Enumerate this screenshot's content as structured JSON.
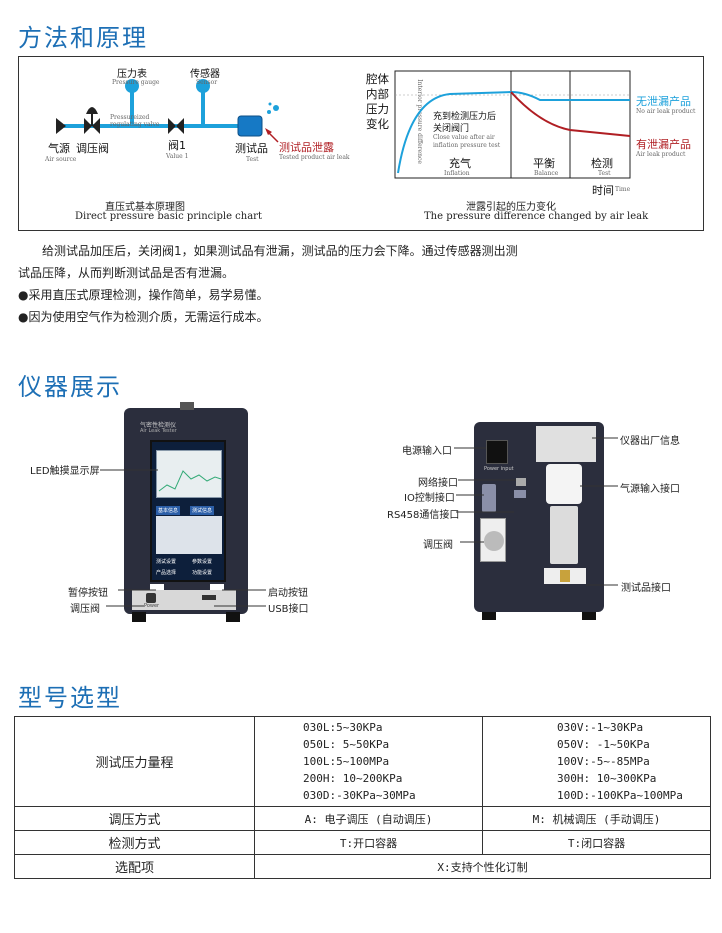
{
  "sections": {
    "method": "方法和原理",
    "display": "仪器展示",
    "model": "型号选型"
  },
  "diagram1": {
    "gauge": "压力表",
    "gauge_en": "Pressure gauge",
    "sensor": "传感器",
    "sensor_en": "Sensor",
    "air": "气源",
    "air_en": "Air source",
    "regulator": "调压阀",
    "regulator_en1": "Pressureized",
    "regulator_en2": "regulating valve",
    "valve": "阀1",
    "valve_en": "Value 1",
    "test": "测试品",
    "test_en": "Test",
    "leak": "测试品泄露",
    "leak_en": "Tested product air leak",
    "caption_cn": "直压式基本原理图",
    "caption_en": "Direct pressure basic principle chart"
  },
  "diagram2": {
    "ylabel": [
      "腔体",
      "内部",
      "压力",
      "变化"
    ],
    "ylabel_en": "Interior pressure difference",
    "annot_cn1": "充到检测压力后",
    "annot_cn2": "关闭阀门",
    "annot_en1": "Close value after air",
    "annot_en2": "inflation pressure test",
    "phase1": "充气",
    "phase1_en": "Inflation",
    "phase2": "平衡",
    "phase2_en": "Balance",
    "phase3": "检测",
    "phase3_en": "Test",
    "time": "时间",
    "time_en": "Time",
    "noleak": "无泄漏产品",
    "noleak_en": "No air leak product",
    "leak": "有泄漏产品",
    "leak_en": "Air leak product",
    "caption_cn": "泄露引起的压力变化",
    "caption_en": "The pressure difference changed by air leak",
    "colors": {
      "noleak": "#1da1db",
      "leak": "#b01e23"
    }
  },
  "paragraph": {
    "line1": "给测试品加压后，关闭阀1，如果测试品有泄漏，测试品的压力会下降。通过传感器测出测",
    "line2": "试品压降，从而判断测试品是否有泄漏。",
    "bullet1": "●采用直压式原理检测，操作简单，易学易懂。",
    "bullet2": "●因为使用空气作为检测介质，无需运行成本。"
  },
  "front": {
    "screen": "LED触摸显示屏",
    "pause": "暂停按钮",
    "regulator": "调压阀",
    "start": "启动按钮",
    "usb": "USB接口",
    "brand": "气密性检测仪",
    "brand_en": "Air Leak Tester",
    "btn1": "基本信息",
    "btn2": "测试信息",
    "menu1": "测试设置",
    "menu2": "参数设置",
    "menu3": "产品选择",
    "menu4": "功能设置",
    "power": "Power"
  },
  "back": {
    "power_in": "电源输入口",
    "network": "网络接口",
    "io": "IO控制接口",
    "rs458": "RS458通信接口",
    "regulator": "调压阀",
    "factory": "仪器出厂信息",
    "air_in": "气源输入接口",
    "test_port": "测试品接口",
    "power_input": "Power input"
  },
  "table": {
    "row1_head": "测试压力量程",
    "left_ranges": [
      "030L:5~30KPa",
      "050L: 5~50KPa",
      "100L:5~100MPa",
      "200H: 10~200KPa",
      "030D:-30KPa~30MPa"
    ],
    "right_ranges": [
      "030V:-1~30KPa",
      "050V: -1~50KPa",
      "100V:-5~-85MPa",
      "300H: 10~300KPa",
      "100D:-100KPa~100MPa"
    ],
    "row2_head": "调压方式",
    "row2_left": "A: 电子调压 (自动调压)",
    "row2_right": "M: 机械调压 (手动调压)",
    "row3_head": "检测方式",
    "row3_left": "T:开口容器",
    "row3_right": "T:闭口容器",
    "row4_head": "选配项",
    "row4_value": "X:支持个性化订制"
  }
}
